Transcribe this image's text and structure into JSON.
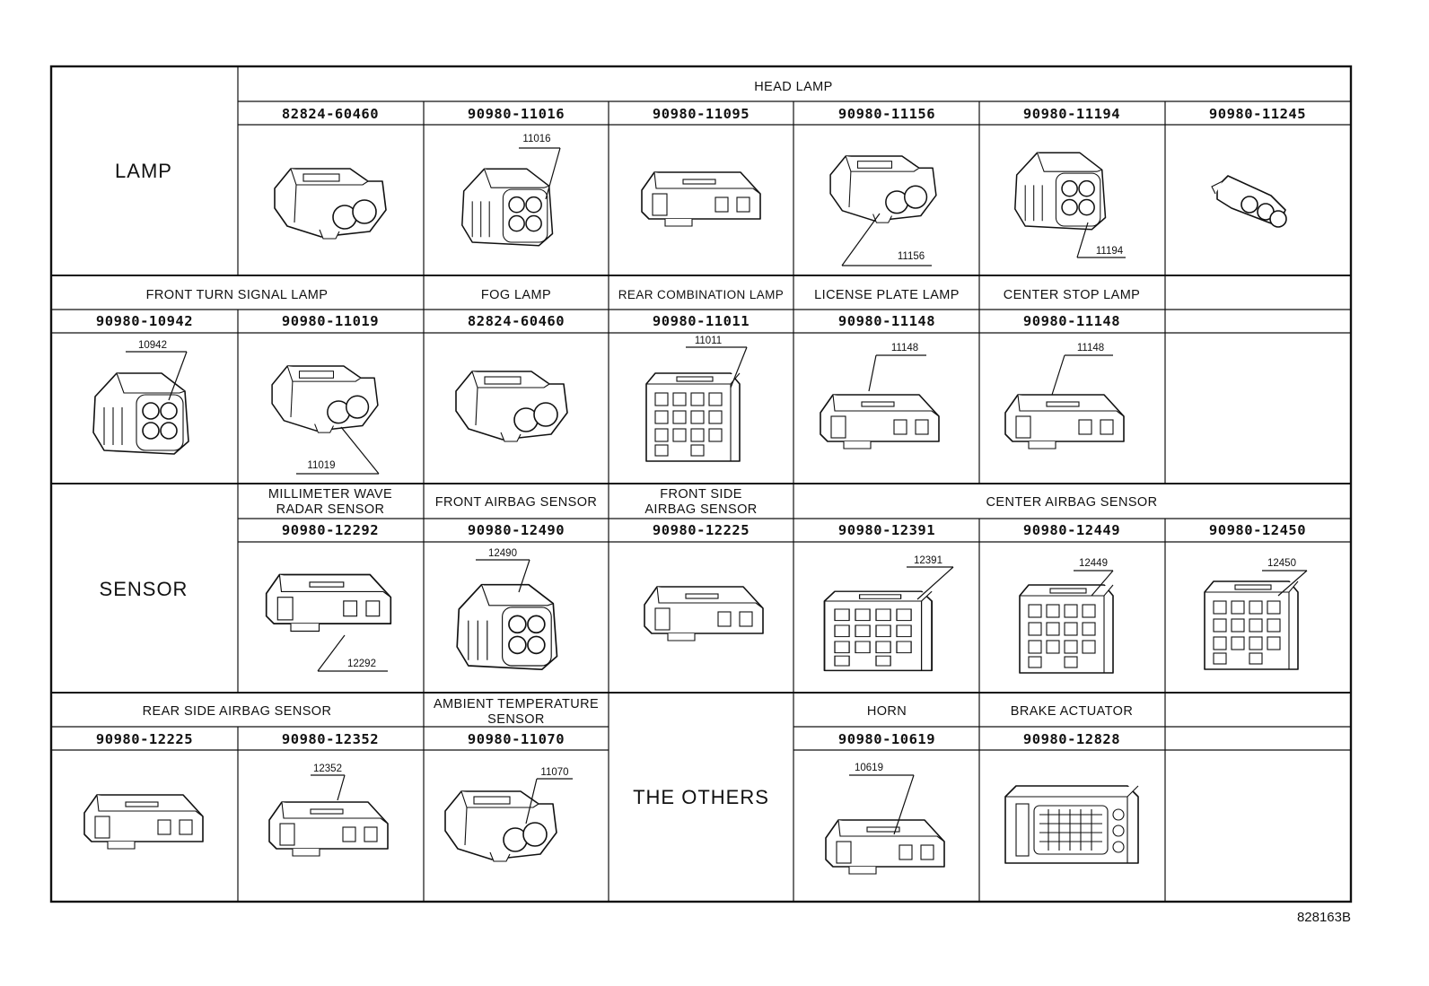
{
  "drawing_id": "828163B",
  "categories": {
    "lamp": "LAMP",
    "sensor": "SENSOR",
    "others": "THE OTHERS"
  },
  "row1": {
    "group": "HEAD LAMP",
    "parts": [
      "82824-60460",
      "90980-11016",
      "90980-11095",
      "90980-11156",
      "90980-11194",
      "90980-11245"
    ],
    "callouts": {
      "c1": "11016",
      "c3": "11156",
      "c4": "11194"
    }
  },
  "row2": {
    "groups": {
      "front_turn": "FRONT TURN SIGNAL LAMP",
      "fog": "FOG LAMP",
      "rear_comb": "REAR COMBINATION LAMP",
      "license": "LICENSE PLATE LAMP",
      "center_stop": "CENTER STOP LAMP"
    },
    "parts": [
      "90980-10942",
      "90980-11019",
      "82824-60460",
      "90980-11011",
      "90980-11148",
      "90980-11148"
    ],
    "callouts": {
      "c0": "10942",
      "c1": "11019",
      "c3": "11011",
      "c4": "11148",
      "c5": "11148"
    }
  },
  "row3": {
    "groups": {
      "mmw_1": "MILLIMETER WAVE",
      "mmw_2": "RADAR SENSOR",
      "front_airbag": "FRONT AIRBAG SENSOR",
      "front_side_1": "FRONT SIDE",
      "front_side_2": "AIRBAG SENSOR",
      "center_airbag": "CENTER AIRBAG SENSOR"
    },
    "parts": [
      "90980-12292",
      "90980-12490",
      "90980-12225",
      "90980-12391",
      "90980-12449",
      "90980-12450"
    ],
    "callouts": {
      "c1": "12292",
      "c2": "12490",
      "c4": "12391",
      "c5": "12449",
      "c6": "12450"
    }
  },
  "row4": {
    "groups": {
      "rear_side": "REAR SIDE AIRBAG SENSOR",
      "ambient_1": "AMBIENT TEMPERATURE",
      "ambient_2": "SENSOR",
      "horn": "HORN",
      "brake": "BRAKE ACTUATOR"
    },
    "parts": [
      "90980-12225",
      "90980-12352",
      "90980-11070",
      "90980-10619",
      "90980-12828"
    ],
    "callouts": {
      "c1": "12352",
      "c2": "11070",
      "c4": "10619"
    }
  }
}
